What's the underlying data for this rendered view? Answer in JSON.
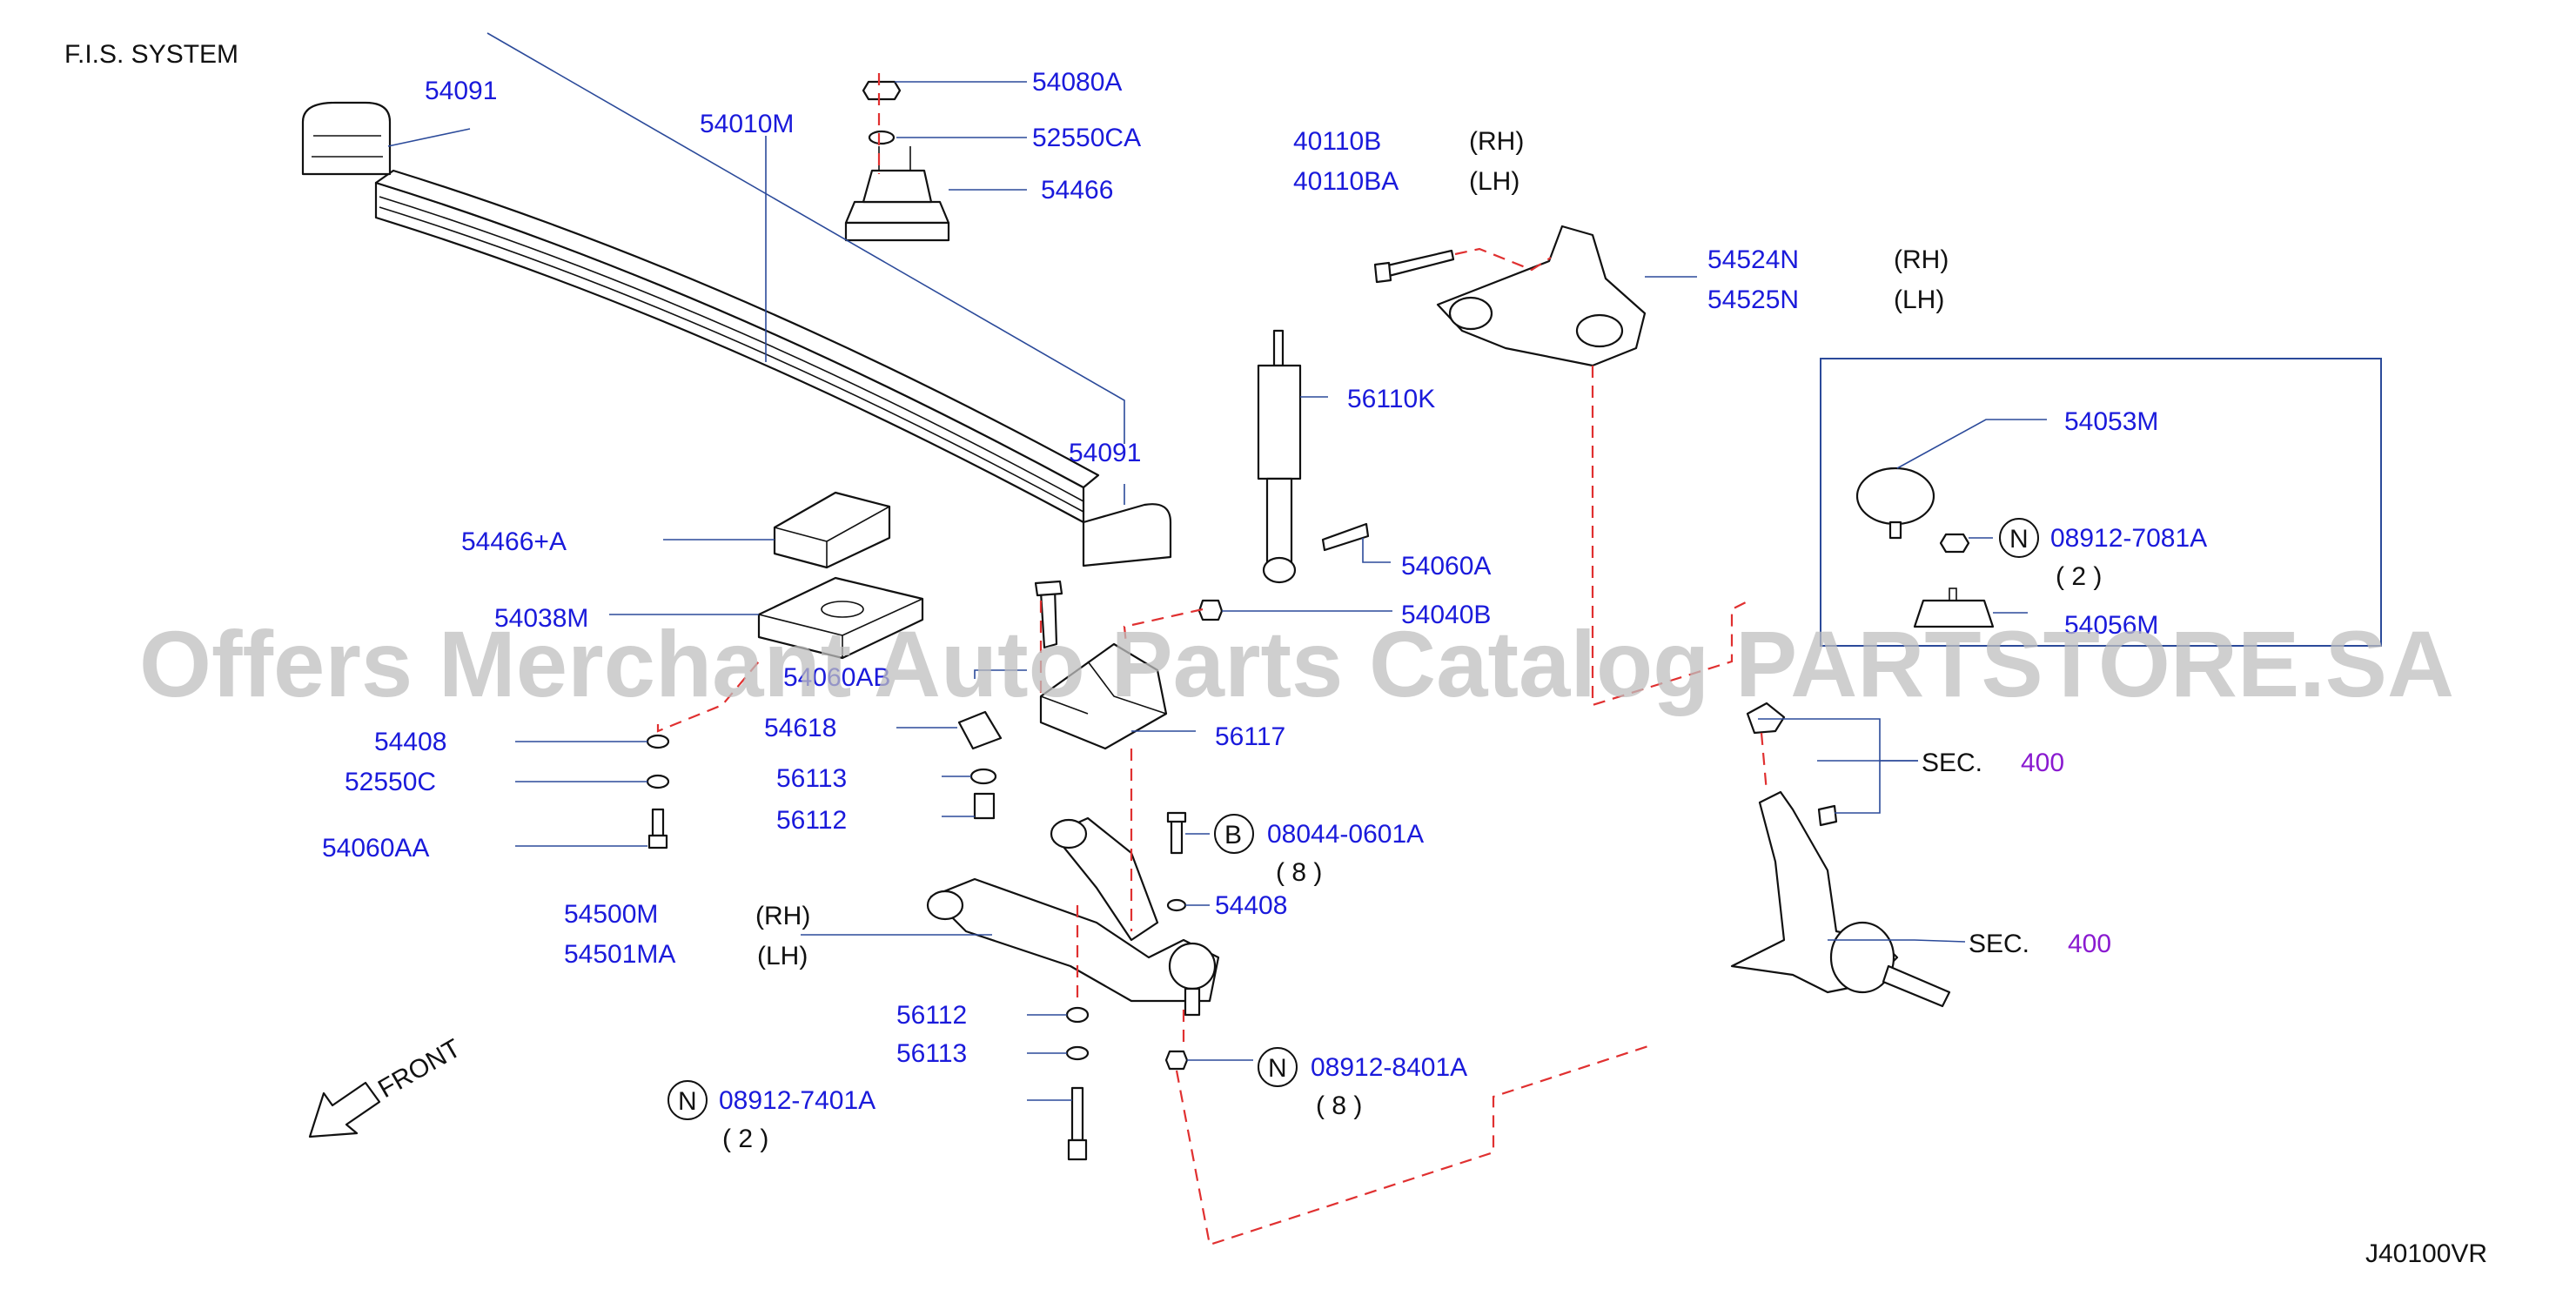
{
  "header": {
    "system": "F.I.S.   SYSTEM"
  },
  "footer": {
    "code": "J40100VR"
  },
  "watermark": "Offers Merchant Auto Parts Catalog PARTSTORE.SA",
  "front_label": "FRONT",
  "labels": {
    "p54091a": "54091",
    "p54010m": "54010M",
    "p54080a": "54080A",
    "p52550ca": "52550CA",
    "p54466": "54466",
    "p40110b": "40110B",
    "p40110b_side": "(RH)",
    "p40110ba": "40110BA",
    "p40110ba_side": "(LH)",
    "p54524n": "54524N",
    "p54524n_side": "(RH)",
    "p54525n": "54525N",
    "p54525n_side": "(LH)",
    "p56110k": "56110K",
    "p54091b": "54091",
    "p54466a": "54466+A",
    "p54060a": "54060A",
    "p54038m": "54038M",
    "p54040b": "54040B",
    "p54060ab": "54060AB",
    "p54408a": "54408",
    "p54618": "54618",
    "p56117": "56117",
    "p52550c": "52550C",
    "p56113a": "56113",
    "p56112a": "56112",
    "p54060aa": "54060AA",
    "p08044": "08044-0601A",
    "p08044_qty": "( 8 )",
    "p54408b": "54408",
    "p54500m": "54500M",
    "p54500m_side": "(RH)",
    "p54501ma": "54501MA",
    "p54501ma_side": "(LH)",
    "p56112b": "56112",
    "p56113b": "56113",
    "p08912_7401": "08912-7401A",
    "p08912_7401_qty": "( 2 )",
    "p08912_8401": "08912-8401A",
    "p08912_8401_qty": "( 8 )",
    "p54053m": "54053M",
    "p08912_7081": "08912-7081A",
    "p08912_7081_qty": "( 2 )",
    "p54056m": "54056M",
    "sec1": "SEC.",
    "sec1_num": "400",
    "sec2": "SEC.",
    "sec2_num": "400"
  },
  "badges": {
    "b_bolt": "B",
    "n_nut": "N"
  },
  "colors": {
    "label": "#1a1adb",
    "leader": "#2b4a9a",
    "dashed": "#e03030",
    "section": "#8a1ad0"
  }
}
